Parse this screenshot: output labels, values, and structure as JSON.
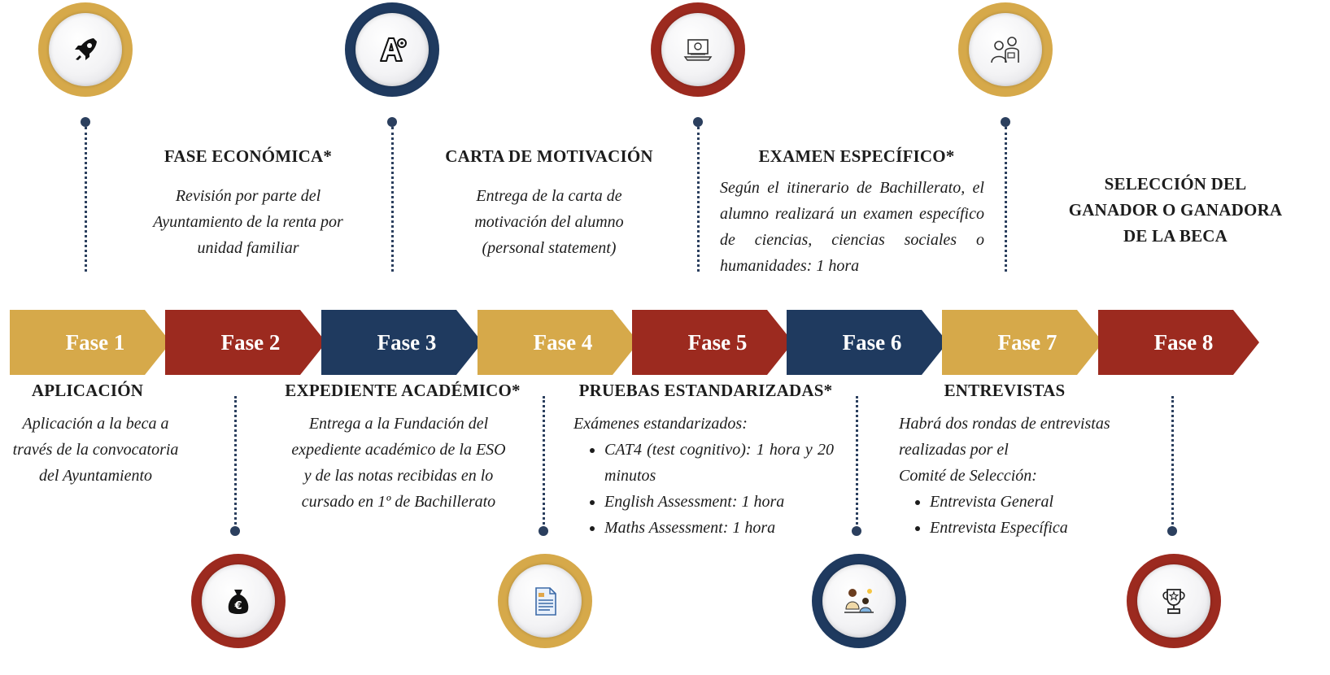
{
  "colors": {
    "gold": "#d6a94a",
    "red": "#9c2a1f",
    "navy": "#1f3a5f",
    "dots": "#2b3f5e"
  },
  "phases": [
    {
      "label": "Fase 1",
      "color": "gold",
      "icon": "rocket-icon",
      "icon_position": "top",
      "title": "APLICACIÓN",
      "description": [
        "Aplicación a la beca a",
        "través de la convocatoria",
        "del Ayuntamiento"
      ]
    },
    {
      "label": "Fase 2",
      "color": "red",
      "icon": "money-bag-euro-icon",
      "icon_position": "bottom",
      "title": "FASE ECONÓMICA*",
      "description": [
        "Revisión por parte del",
        "Ayuntamiento de la renta por",
        "unidad familiar"
      ]
    },
    {
      "label": "Fase 3",
      "color": "navy",
      "icon": "grade-a-icon",
      "icon_position": "top",
      "title": "EXPEDIENTE ACADÉMICO*",
      "description": [
        "Entrega a la Fundación del",
        "expediente académico de la ESO",
        "y de las notas recibidas en lo",
        "cursado en 1º de Bachillerato"
      ]
    },
    {
      "label": "Fase 4",
      "color": "gold",
      "icon": "document-icon",
      "icon_position": "bottom",
      "title": "CARTA DE MOTIVACIÓN",
      "description": [
        "Entrega de la carta de",
        "motivación del alumno",
        "(personal statement)"
      ]
    },
    {
      "label": "Fase 5",
      "color": "red",
      "icon": "laptop-exam-icon",
      "icon_position": "top",
      "title": "PRUEBAS ESTANDARIZADAS*",
      "intro": "Exámenes estandarizados:",
      "bullets": [
        "CAT4 (test cognitivo): 1 hora y 20 minutos",
        "English Assessment: 1 hora",
        "Maths Assessment: 1 hora"
      ]
    },
    {
      "label": "Fase 6",
      "color": "navy",
      "icon": "teacher-student-icon",
      "icon_position": "bottom",
      "title": "EXAMEN ESPECÍFICO*",
      "description_text": "Según el itinerario de Bachillerato, el alumno realizará un examen específico de ciencias, ciencias sociales o humanidades: 1 hora"
    },
    {
      "label": "Fase 7",
      "color": "gold",
      "icon": "interview-icon",
      "icon_position": "top",
      "title": "ENTREVISTAS",
      "intro_lines": [
        "Habrá dos rondas de entrevistas",
        "realizadas por el",
        "Comité de Selección:"
      ],
      "bullets": [
        "Entrevista General",
        "Entrevista Específica"
      ]
    },
    {
      "label": "Fase 8",
      "color": "red",
      "icon": "trophy-icon",
      "icon_position": "bottom",
      "title_lines": [
        "SELECCIÓN DEL",
        "GANADOR O GANADORA",
        "DE LA BECA"
      ]
    }
  ]
}
